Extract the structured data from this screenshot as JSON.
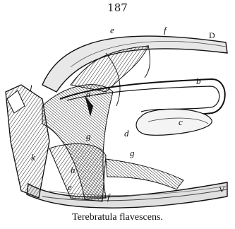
{
  "figure": {
    "number": "187",
    "caption": "Terebratula flavescens."
  },
  "labels": {
    "e_top": "e",
    "f_top": "f",
    "D": "D",
    "l": "l",
    "a": "a",
    "b": "b",
    "c": "c",
    "d": "d",
    "g_mid": "g",
    "k": "k",
    "h": "h",
    "g_low": "g",
    "e_low": "e",
    "f_low": "f",
    "V": "V"
  },
  "colors": {
    "ink": "#111111",
    "shell_fill": "#f2f2f2",
    "muscle": "#3a3a3a"
  }
}
